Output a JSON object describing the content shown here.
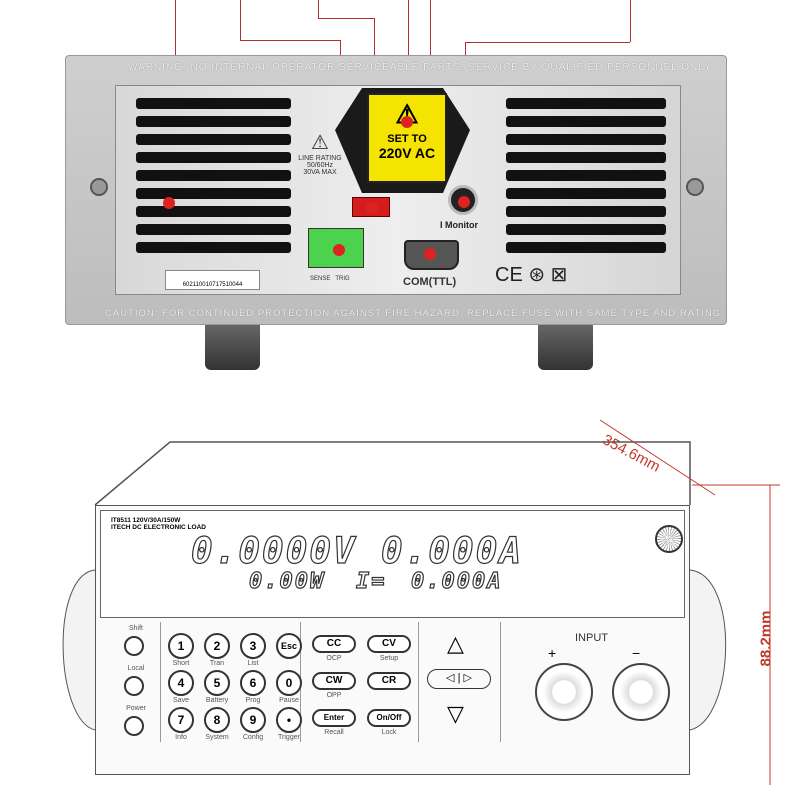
{
  "rear_panel": {
    "warning": "WARNING:  NO INTERNAL OPERATOR SERVICEABLE PARTS. SERVICE BY QUALIFIED PERSONNEL ONLY.",
    "caution": "CAUTION:  FOR CONTINUED PROTECTION AGAINST FIRE HAZARD, REPLACE FUSE WITH SAME TYPE AND RATING.",
    "voltage_label_line1": "SET TO",
    "voltage_label_line2": "220V AC",
    "line_rating": [
      "LINE RATING",
      "50/60Hz",
      "30VA MAX"
    ],
    "i_monitor": "I Monitor",
    "com_port": "COM(TTL)",
    "terminal_labels": [
      "SENSE",
      "TRIG"
    ],
    "barcode_number": "6021100107175100​44"
  },
  "front_panel": {
    "model_line1": "IT8511 120V/30A/150W",
    "model_line2": "ITECH DC ELECTRONIC LOAD",
    "voltage_reading": "0.0000V",
    "current_reading": "0.000A",
    "power_reading": "0.00W",
    "i_set_label": "I=",
    "i_set_reading": "0.000A",
    "side_buttons": [
      "Shift",
      "Local",
      "Power"
    ],
    "keys": [
      {
        "key": "1",
        "label": "Short"
      },
      {
        "key": "2",
        "label": "Tran"
      },
      {
        "key": "3",
        "label": "List"
      },
      {
        "key": "Esc",
        "label": ""
      },
      {
        "key": "4",
        "label": "Save"
      },
      {
        "key": "5",
        "label": "Battery"
      },
      {
        "key": "6",
        "label": "Prog"
      },
      {
        "key": "0",
        "label": "Pause"
      },
      {
        "key": "7",
        "label": "Info"
      },
      {
        "key": "8",
        "label": "System"
      },
      {
        "key": "9",
        "label": "Config"
      },
      {
        "key": "•",
        "label": "Trigger"
      }
    ],
    "mode_keys": [
      {
        "key": "CC",
        "label": "OCP"
      },
      {
        "key": "CV",
        "label": "Setup"
      },
      {
        "key": "CW",
        "label": "OPP"
      },
      {
        "key": "CR",
        "label": ""
      },
      {
        "key": "Enter",
        "label": "Recall"
      },
      {
        "key": "On/Off",
        "label": "Lock"
      }
    ],
    "input_label": "INPUT",
    "plus": "+",
    "minus": "−"
  },
  "dimensions": {
    "depth": "354.6mm",
    "height": "88.2mm"
  }
}
